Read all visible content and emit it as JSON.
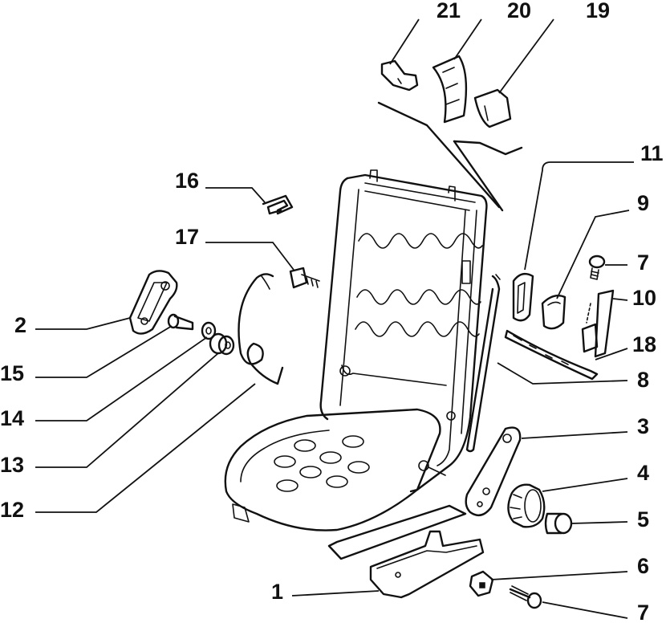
{
  "callouts": {
    "c1": "1",
    "c2": "2",
    "c3": "3",
    "c4": "4",
    "c5": "5",
    "c6": "6",
    "c7a": "7",
    "c7b": "7",
    "c8": "8",
    "c9": "9",
    "c10": "10",
    "c11": "11",
    "c12": "12",
    "c13": "13",
    "c14": "14",
    "c15": "15",
    "c16": "16",
    "c17": "17",
    "c18": "18",
    "c19": "19",
    "c20": "20",
    "c21": "21"
  },
  "colors": {
    "ink": "#111111",
    "paper": "#ffffff"
  }
}
